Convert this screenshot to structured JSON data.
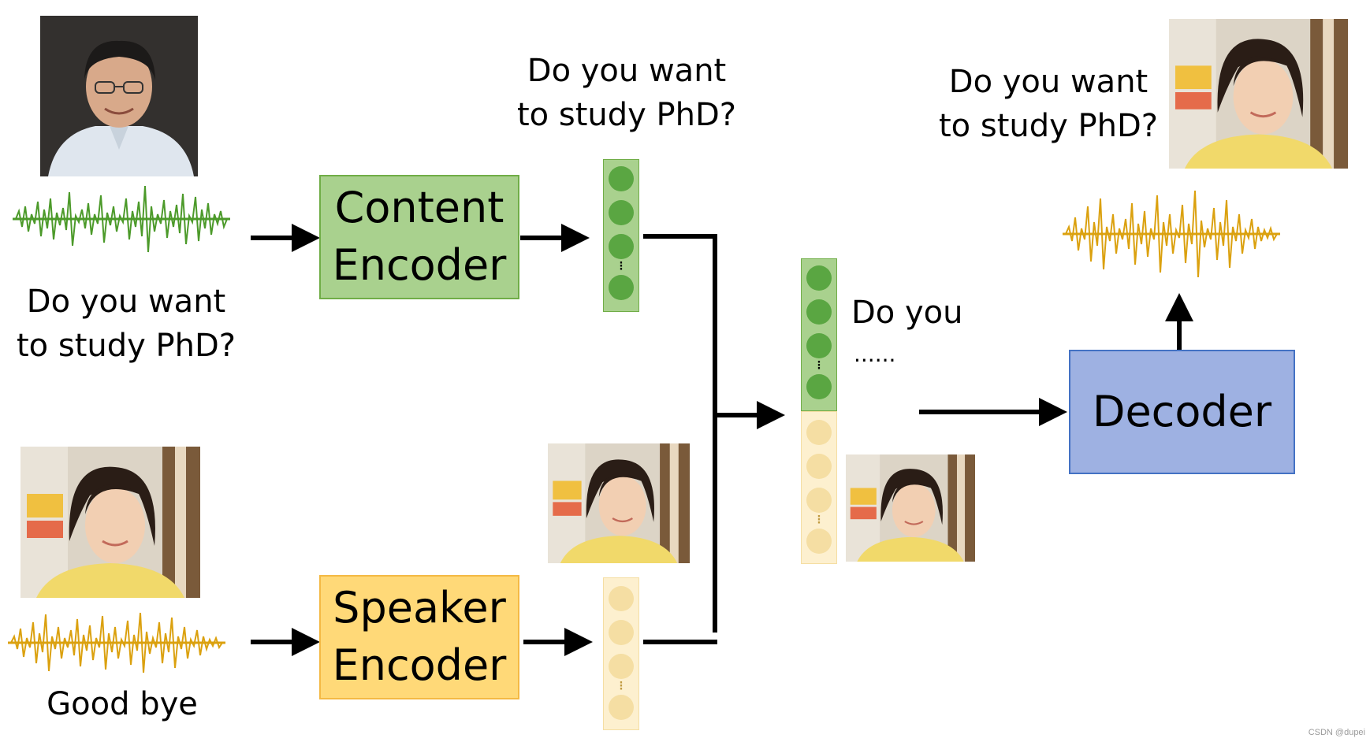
{
  "labels": {
    "source_utterance": "Do you want\nto study PhD?",
    "content_output": "Do you want\nto study PhD?",
    "output_utterance": "Do you want\nto study PhD?",
    "reference_utterance": "Good bye",
    "combined_content": "Do you",
    "combined_ellipsis": "......",
    "watermark": "CSDN @dupei"
  },
  "blocks": {
    "content_encoder": "Content\nEncoder",
    "speaker_encoder": "Speaker\nEncoder",
    "decoder": "Decoder"
  },
  "colors": {
    "content_fill": "#a9d18e",
    "content_border": "#70ad47",
    "speaker_fill": "#ffd978",
    "speaker_border": "#f4b944",
    "decoder_fill": "#9eb1e2",
    "decoder_border": "#4472c4",
    "green_dot": "#5aa642",
    "green_vec_fill": "#a9d18e",
    "yellow_dot": "#f5dea3",
    "yellow_vec_fill": "#fdf0cf",
    "green_wave": "#4c9a2a",
    "yellow_wave": "#dba10f",
    "arrow": "#000000"
  },
  "icons": {
    "source_speaker_photo": "male-speaker-photo",
    "target_speaker_photo": "female-speaker-photo",
    "source_waveform": "green-waveform-icon",
    "reference_waveform": "yellow-waveform-icon",
    "output_waveform": "yellow-waveform-icon"
  }
}
